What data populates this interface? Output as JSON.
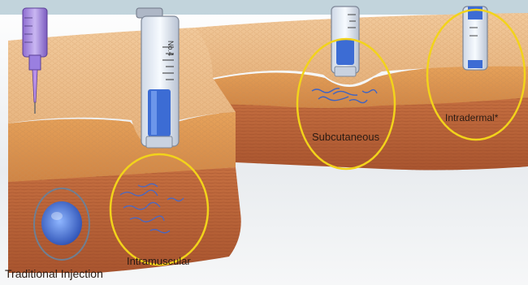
{
  "labels": {
    "traditional": "Traditional Injection",
    "intramuscular": "Intramuscular",
    "subcutaneous": "Subcutaneous",
    "intradermal": "Intradermal*"
  },
  "syringe_marking": "No.4",
  "colors": {
    "skin_top": "#e9b987",
    "fat_layer": "#d88f4a",
    "muscle_layer": "#b9623a",
    "medication_blue": "#3f6fd0",
    "highlight_circle": "#f2d31b",
    "background": "#ffffff"
  }
}
